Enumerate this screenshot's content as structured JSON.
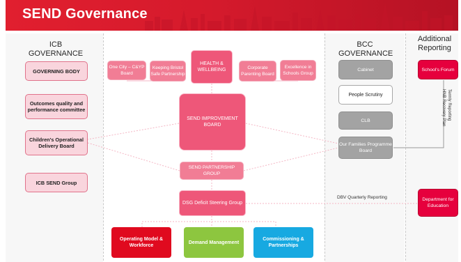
{
  "banner": {
    "title": "SEND Governance"
  },
  "columns": {
    "icb": "ICB GOVERNANCE",
    "bcc": "BCC GOVERNANCE",
    "additional": "Additional Reporting"
  },
  "icb_boxes": [
    "GOVERNING BODY",
    "Outcomes quality and performance committee",
    "Children's Operational Delivery Board",
    "ICB SEND Group"
  ],
  "top_boxes": {
    "one_city": "One City – C&YP Board",
    "keeping_bristol": "Keeping Bristol Safe Partnership",
    "health": "HEALTH & WELLBEING",
    "corporate": "Corporate Parenting Board",
    "excellence": "Excellence in Schools Group"
  },
  "central_boxes": {
    "improvement": "SEND IMPROVEMENT BOARD",
    "partnership": "SEND PARTNERSHIP GROUP",
    "dsg": "DSG Deficit Steering Group"
  },
  "bottom_boxes": [
    {
      "label": "Operating Model & Workforce",
      "color": "#e00a1f"
    },
    {
      "label": "Demand Management",
      "color": "#8dc63f"
    },
    {
      "label": "Commissioning & Partnerships",
      "color": "#17a9e1"
    }
  ],
  "bcc_boxes": {
    "cabinet": "Cabinet",
    "people_scrutiny": "People Scrutiny",
    "clb": "CLB",
    "our_families": "Our Families Programme Board"
  },
  "additional_boxes": {
    "schools_forum": "School's Forum",
    "dfe": "Department for Education"
  },
  "notes": {
    "termly": "Termly Reporting",
    "hnb": "HNB Recovery Plan",
    "dbv": "DBV Quarterly Reporting"
  },
  "colors": {
    "banner": "#e11f2f",
    "pink_light": "#f9d5dd",
    "pink_mid": "#f17d95",
    "pink_big": "#ee5779",
    "grey": "#a3a3a3",
    "red": "#e6003d"
  }
}
